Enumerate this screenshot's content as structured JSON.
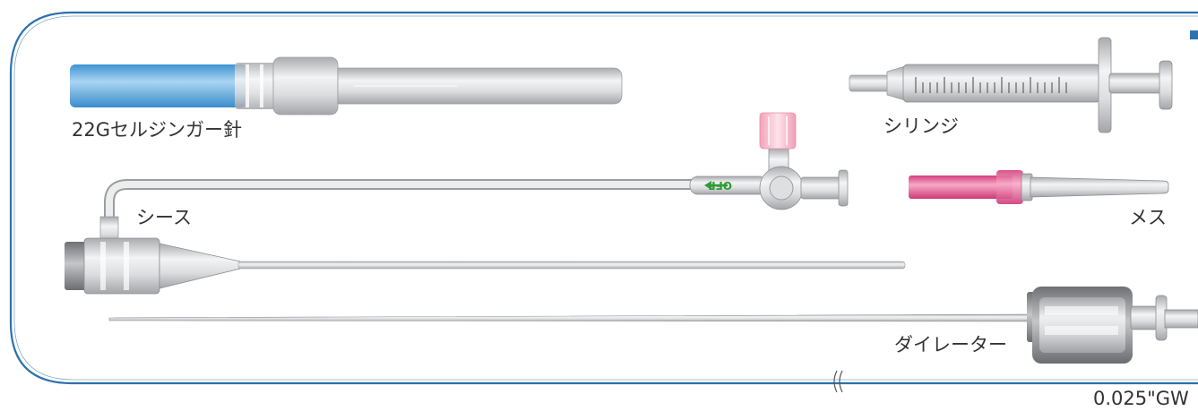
{
  "labels": {
    "needle": "22Gセルジンガー針",
    "syringe": "シリンジ",
    "sheath": "シース",
    "scalpel": "メス",
    "dilator": "ダイレーター",
    "guidewire": "0.025\"GW"
  },
  "stopcock": {
    "text": "OFF"
  },
  "colors": {
    "frame": "#2d72ad",
    "needle_hub": "#4fa3dc",
    "scalpel_hub": "#e5528f",
    "stopcock_cap": "#f6b8c8",
    "off_text": "#2f9b35",
    "device_gray": "#c9cbcd"
  }
}
